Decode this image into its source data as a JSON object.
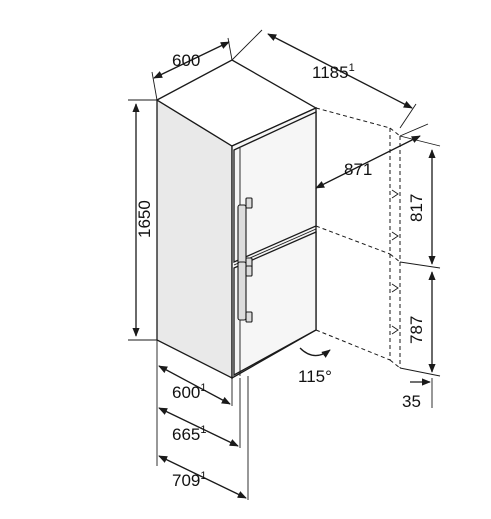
{
  "diagram": {
    "dimensions": {
      "top_width": "600",
      "door_open_depth": "1185",
      "door_open_depth_note": "1",
      "door_clearance": "871",
      "height": "1650",
      "upper_door_height": "817",
      "lower_door_height": "787",
      "door_angle": "115°",
      "bottom_width": "600",
      "bottom_width_note": "1",
      "depth_a": "665",
      "depth_a_note": "1",
      "depth_b": "709",
      "depth_b_note": "1",
      "side_offset": "35"
    }
  }
}
